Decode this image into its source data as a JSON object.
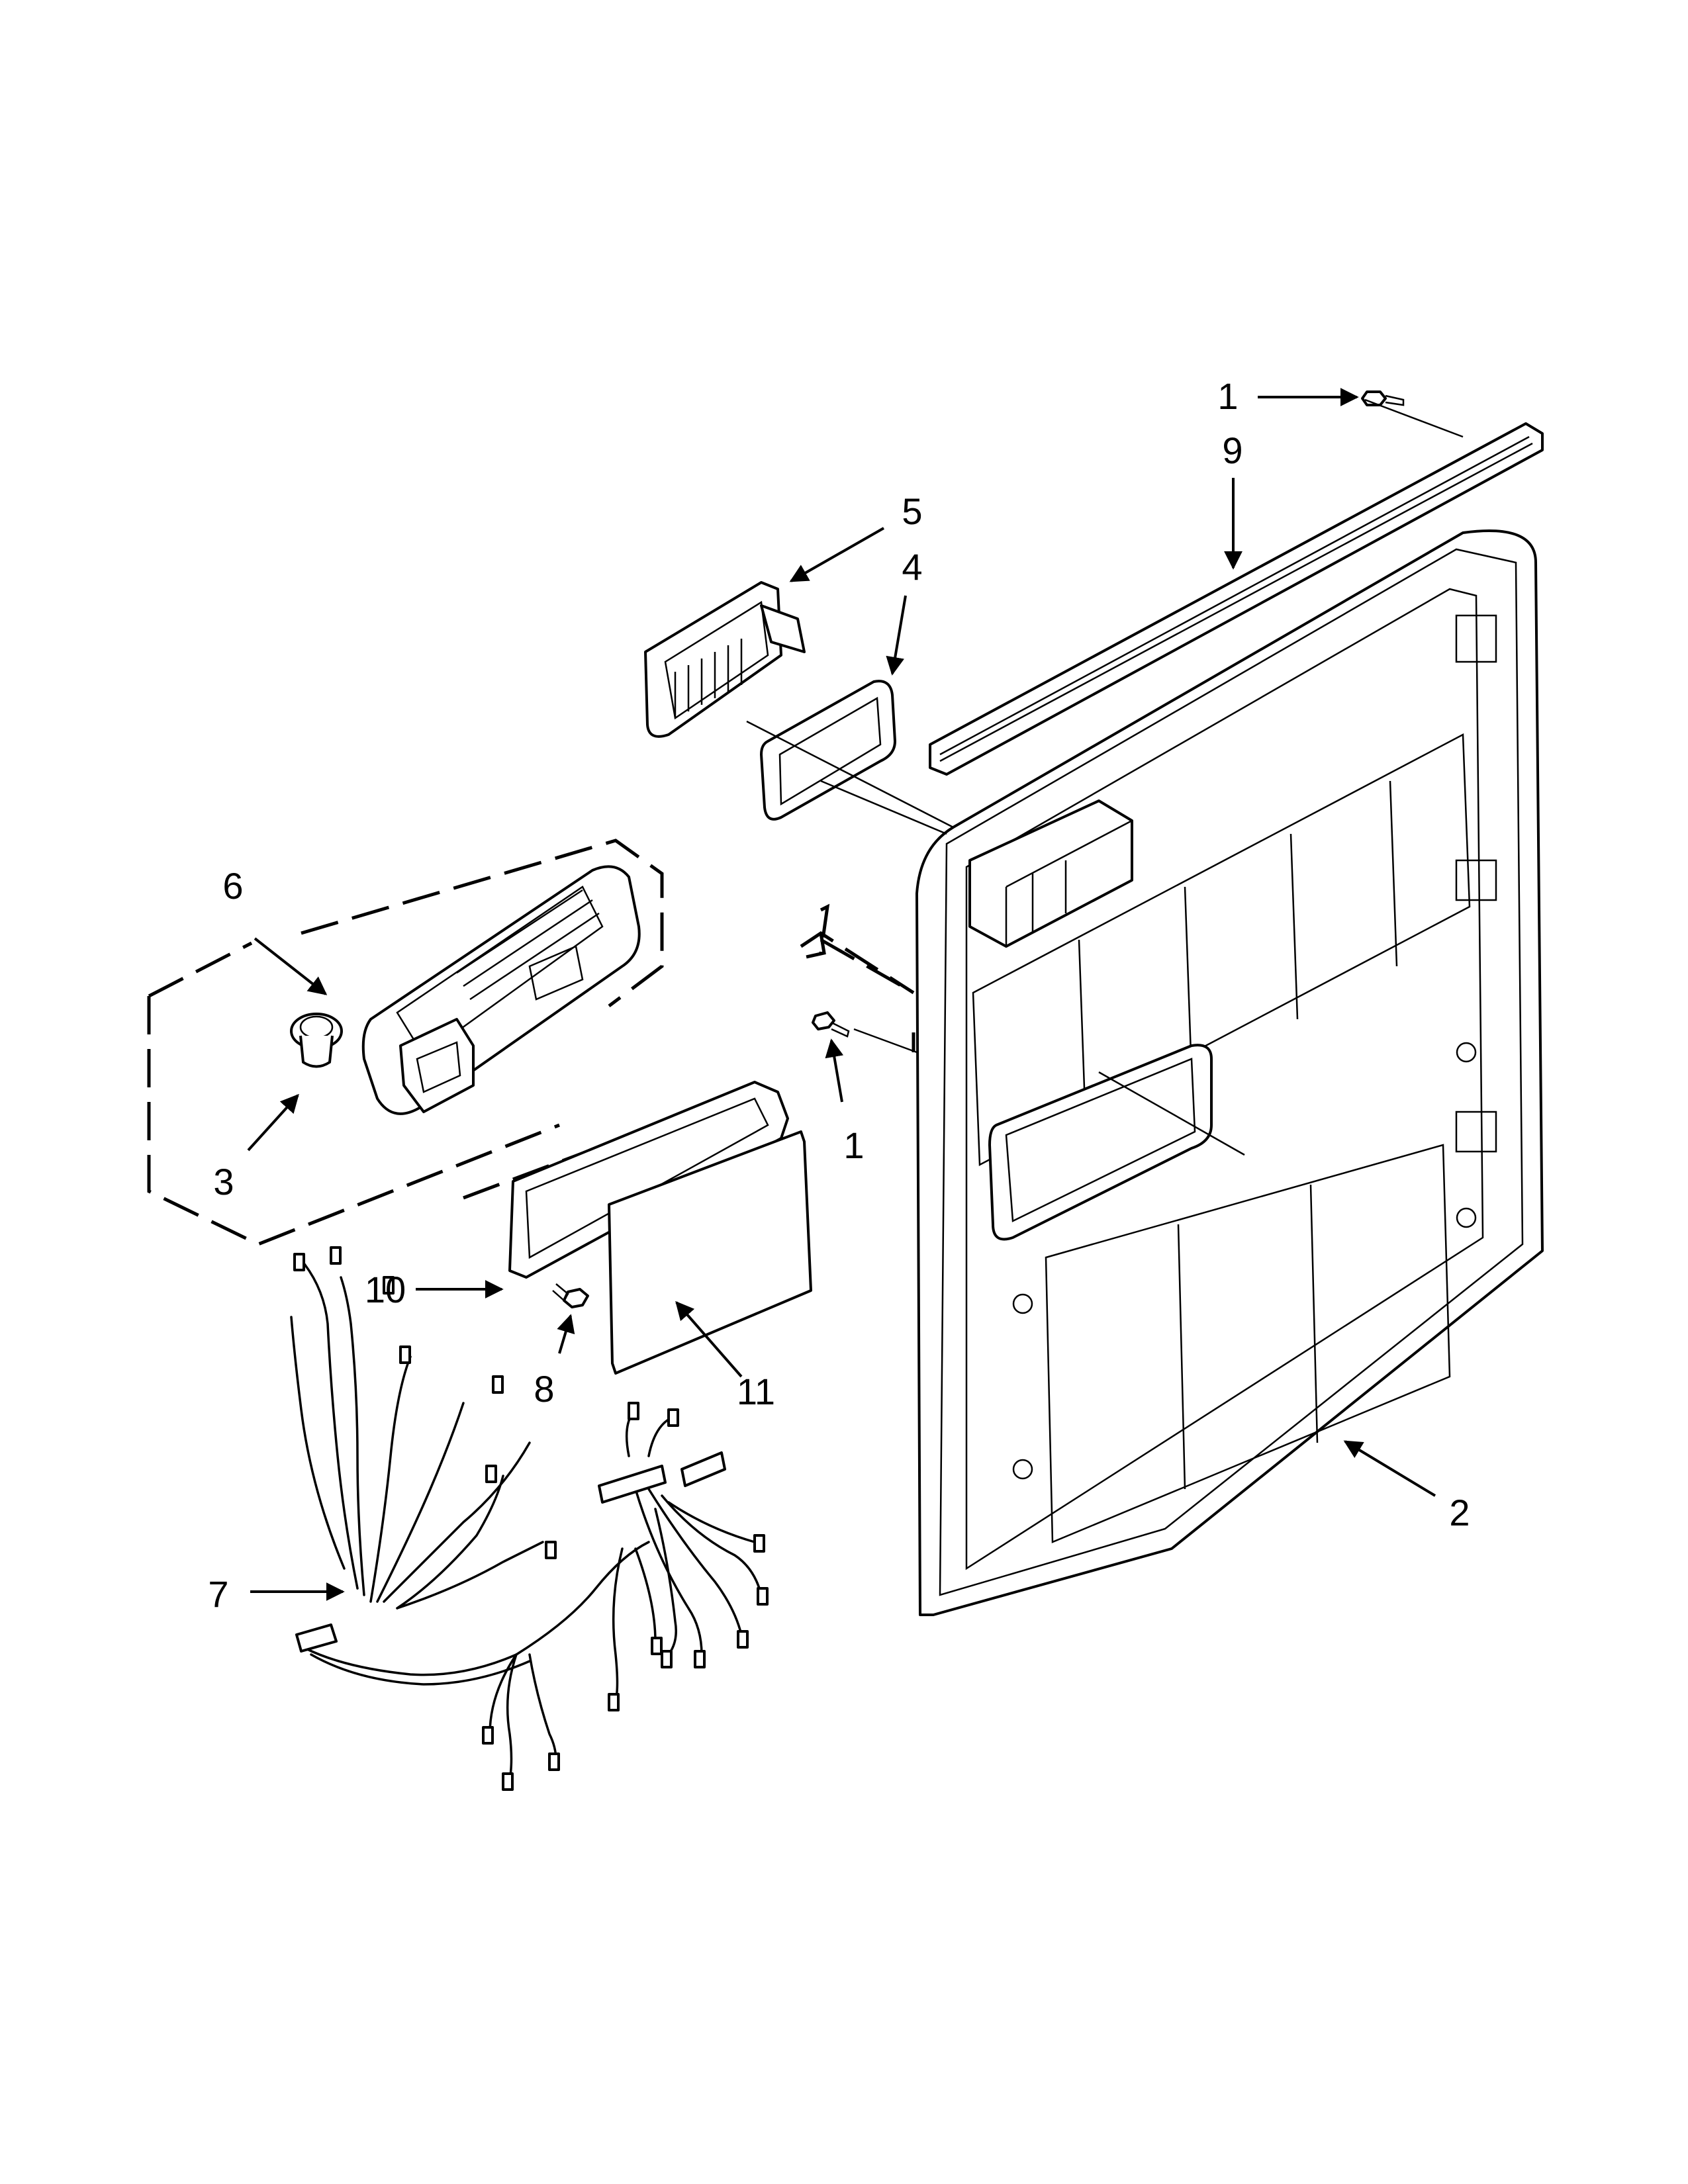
{
  "callouts": {
    "c1_top": "1",
    "c9": "9",
    "c5": "5",
    "c4": "4",
    "c6": "6",
    "c3": "3",
    "c1_mid": "1",
    "c10": "10",
    "c8": "8",
    "c11": "11",
    "c7": "7",
    "c2": "2"
  }
}
